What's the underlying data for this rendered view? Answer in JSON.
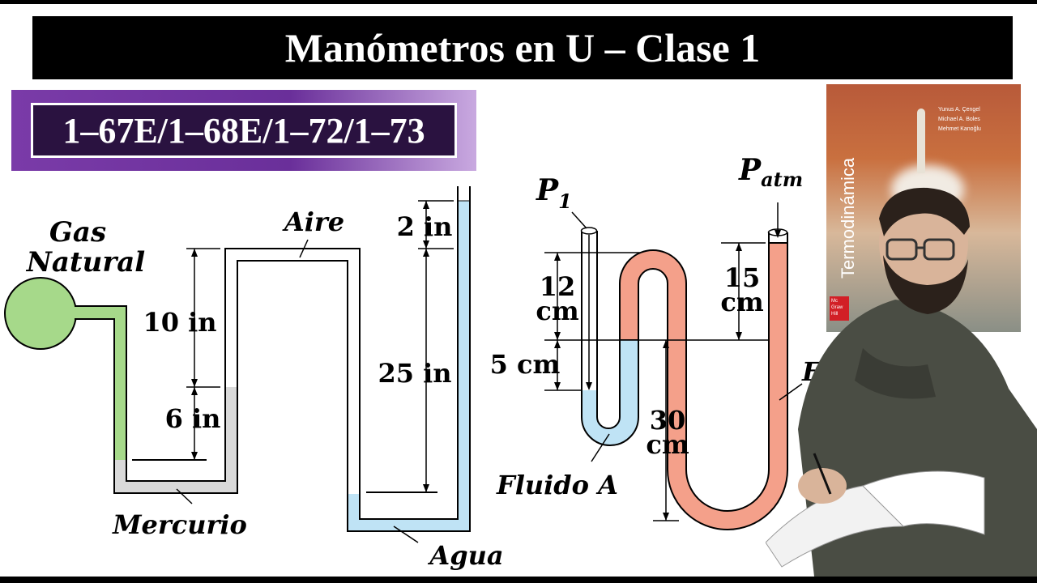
{
  "header": {
    "title": "Manómetros en U – Clase 1"
  },
  "problem": {
    "numbers": "1–67E/1–68E/1–72/1–73"
  },
  "diagram1": {
    "labels": {
      "gas": "Gas",
      "natural": "Natural",
      "aire": "Aire",
      "mercurio": "Mercurio",
      "agua": "Agua"
    },
    "dims": {
      "d2": "2 in",
      "d10": "10 in",
      "d6": "6 in",
      "d25": "25 in"
    },
    "colors": {
      "gas": "#a6d98a",
      "mercury": "#d9d9d9",
      "water": "#bfe3f5"
    }
  },
  "diagram2": {
    "labels": {
      "p1": "P",
      "p1_sub": "1",
      "patm": "P",
      "patm_sub": "atm",
      "fluidoA": "Fluido A",
      "fluidoB_partial": "Fl"
    },
    "dims": {
      "d12": "12",
      "d12_unit": "cm",
      "d5": "5 cm",
      "d15": "15",
      "d15_unit": "cm",
      "d30": "30",
      "d30_unit": "cm"
    },
    "colors": {
      "fluidA": "#bfe3f5",
      "fluidB": "#f4a08a"
    }
  },
  "book": {
    "title": "Termodinámica",
    "authors": [
      "Yunus A. Çengel",
      "Michael A. Boles",
      "Mehmet Kanoğlu"
    ],
    "publisher": "Mc Graw Hill"
  }
}
